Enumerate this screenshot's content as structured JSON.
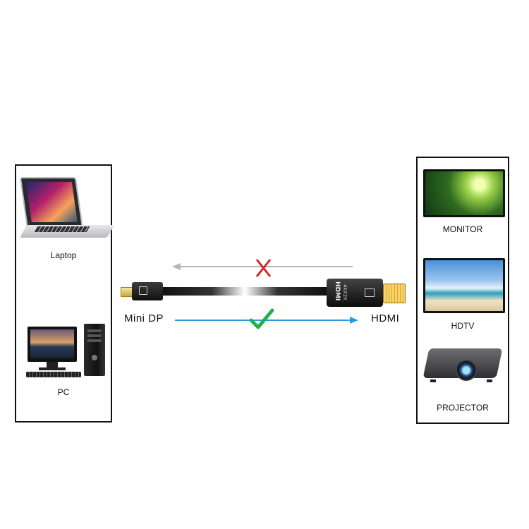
{
  "left_panel": {
    "devices": [
      {
        "label": "Laptop",
        "icon": "laptop-icon"
      },
      {
        "label": "PC",
        "icon": "desktop-pc-icon"
      }
    ]
  },
  "right_panel": {
    "devices": [
      {
        "label": "MONITOR",
        "icon": "monitor-icon"
      },
      {
        "label": "HDTV",
        "icon": "tv-icon"
      },
      {
        "label": "PROJECTOR",
        "icon": "projector-icon"
      }
    ]
  },
  "cable": {
    "left_end": "Mini DP",
    "right_end": "HDMI",
    "connector_text": "HDMI",
    "connector_subtext": "4KX2K"
  },
  "colors": {
    "reverse_arrow": "#b5b5b5",
    "forward_arrow": "#2b9be0",
    "cross": "#d42a2a",
    "check": "#22b14c"
  }
}
